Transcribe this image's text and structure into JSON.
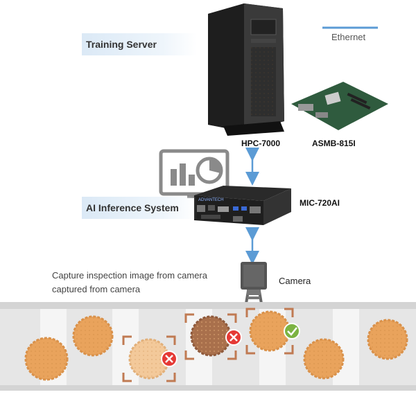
{
  "labels": {
    "training_server": "Training Server",
    "ai_inference": "AI Inference System",
    "hpc": "HPC-7000",
    "asmb": "ASMB-815I",
    "mic": "MIC-720AI",
    "ethernet": "Ethernet",
    "camera": "Camera",
    "capture_line1": "Capture inspection image from camera",
    "capture_line2": "captured from camera",
    "mic_brand": "ADVANTECH"
  },
  "colors": {
    "ethernet_line": "#5b9bd5",
    "arrow": "#5b9bd5",
    "cookie": "#e9a35c",
    "cookie_dark": "#b0704a",
    "reject": "#e53935",
    "accept": "#7cb342",
    "frame": "#c07a52",
    "belt": "#e8e8e8"
  },
  "icons": [
    "chart-monitor-icon",
    "reject-x-icon",
    "accept-check-icon",
    "double-arrow-icon"
  ]
}
